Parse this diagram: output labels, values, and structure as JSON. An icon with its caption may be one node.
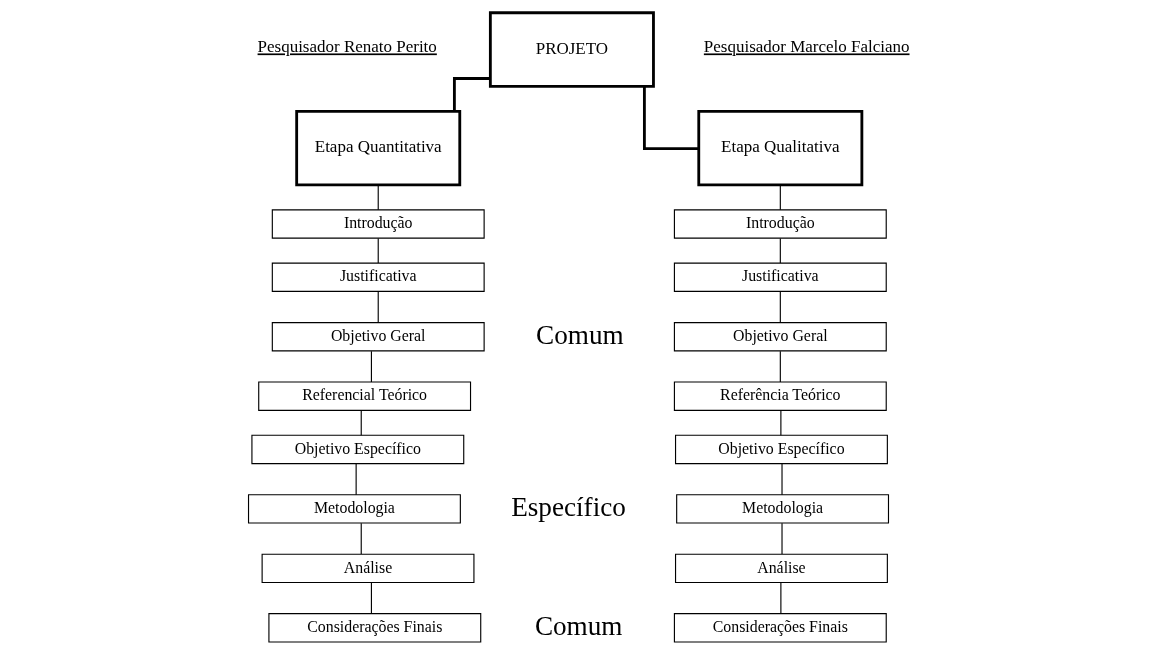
{
  "diagram": {
    "nodes": [
      {
        "text": [
          "PROJETO"
        ]
      },
      {
        "text": [
          "Etapa Quantitativa"
        ],
        "beside": [
          "Pesquisador Renato Perito"
        ]
      },
      {
        "text": [
          "Etapa Qualitativa"
        ],
        "beside": [
          "Pesquisador Marcelo Falciano"
        ]
      },
      {
        "text": [
          "Introdução"
        ]
      },
      {
        "text": [
          "Justificativa"
        ]
      },
      {
        "text": [
          "Objetivo Geral"
        ]
      },
      {
        "text": [
          "Referencial Teórico"
        ]
      },
      {
        "text": [
          "Objetivo Específico"
        ]
      },
      {
        "text": [
          "Metodologia"
        ]
      },
      {
        "text": [
          "Análise"
        ]
      },
      {
        "text": [
          "Considerações Finais"
        ]
      },
      {
        "text": [
          "Introdução"
        ]
      },
      {
        "text": [
          "Justificativa"
        ]
      },
      {
        "text": [
          "Objetivo Geral"
        ]
      },
      {
        "text": [
          "Referência Teórico"
        ]
      },
      {
        "text": [
          "Objetivo Específico"
        ]
      },
      {
        "text": [
          "Metodologia"
        ]
      },
      {
        "text": [
          "Análise"
        ]
      },
      {
        "text": [
          "Considerações Finais"
        ]
      }
    ],
    "edges": [
      {
        "from": 0,
        "to": 1,
        "arrow": "none"
      },
      {
        "from": 0,
        "to": 2,
        "arrow": "none"
      },
      {
        "from": 1,
        "to": 3,
        "arrow": "none"
      },
      {
        "from": 3,
        "to": 4,
        "arrow": "none"
      },
      {
        "from": 4,
        "to": 5,
        "arrow": "none"
      },
      {
        "from": 5,
        "to": 6,
        "arrow": "none"
      },
      {
        "from": 6,
        "to": 7,
        "arrow": "none"
      },
      {
        "from": 7,
        "to": 8,
        "arrow": "none"
      },
      {
        "from": 8,
        "to": 9,
        "arrow": "none"
      },
      {
        "from": 9,
        "to": 10,
        "arrow": "none"
      },
      {
        "from": 2,
        "to": 11,
        "arrow": "none"
      },
      {
        "from": 11,
        "to": 12,
        "arrow": "none"
      },
      {
        "from": 12,
        "to": 13,
        "arrow": "none"
      },
      {
        "from": 13,
        "to": 14,
        "arrow": "none"
      },
      {
        "from": 14,
        "to": 15,
        "arrow": "none"
      },
      {
        "from": 15,
        "to": 16,
        "arrow": "none"
      },
      {
        "from": 16,
        "to": 17,
        "arrow": "none"
      },
      {
        "from": 17,
        "to": 18,
        "arrow": "none"
      }
    ],
    "labels": [
      "Comum",
      "Específico",
      "Comum"
    ]
  }
}
